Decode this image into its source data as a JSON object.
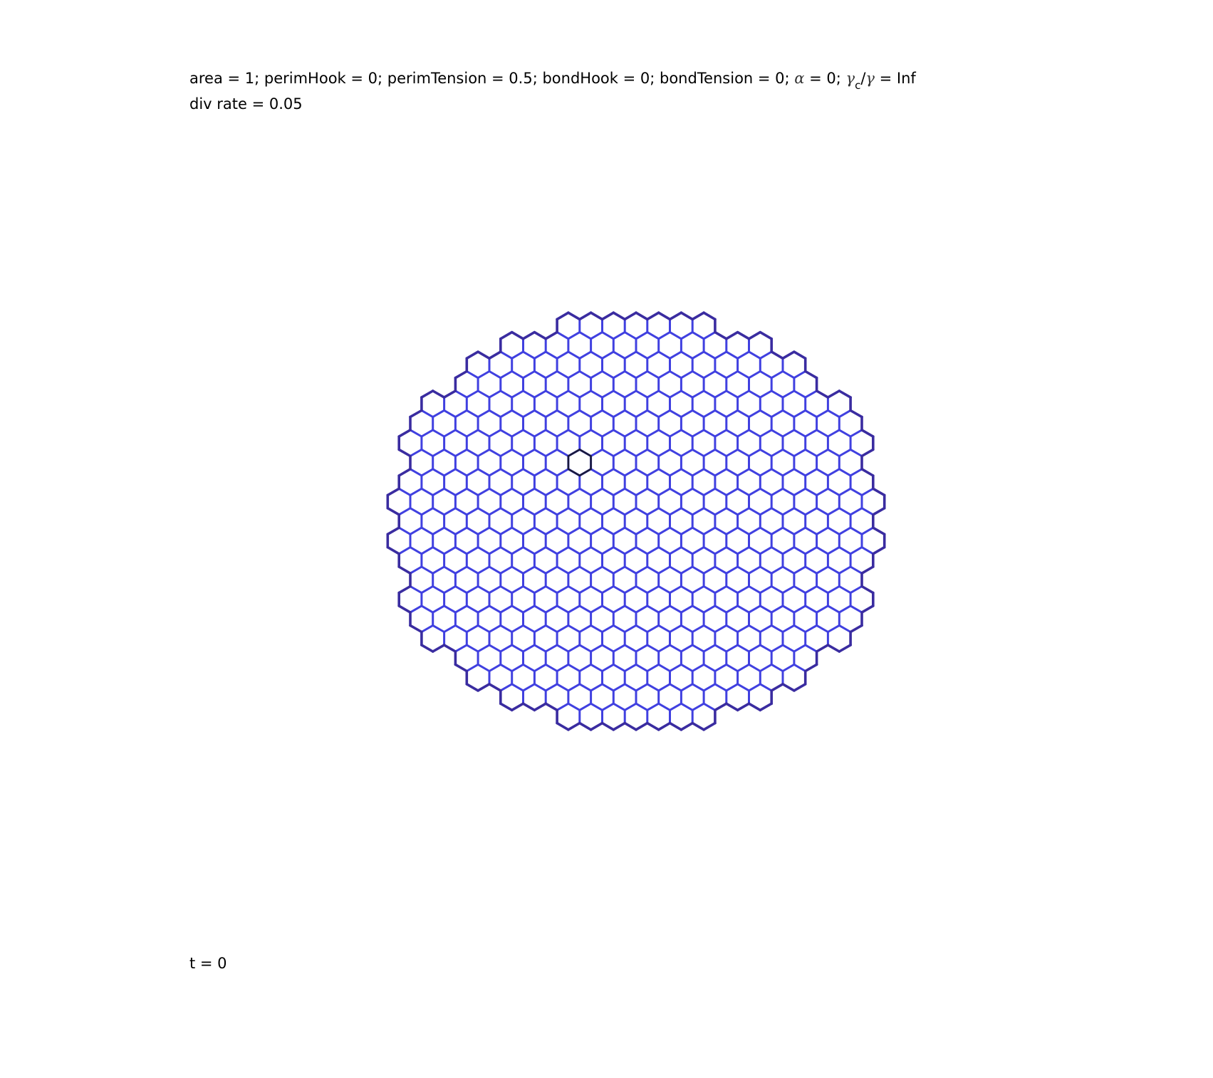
{
  "header": {
    "p1": "area = 1; perimHook = 0; perimTension = 0.5; bondHook = 0; bondTension = 0; ",
    "alpha_symbol": "α",
    "p2": " = 0; ",
    "gamma_symbol": "γ",
    "gamma_sub": "c",
    "slash": "/",
    "gamma_symbol2": "γ",
    "p3": " = Inf",
    "line2": "div rate = 0.05"
  },
  "footer": {
    "time": "t = 0"
  },
  "colors": {
    "cell_edge": "#4040e0",
    "boundary_edge": "#3a2ca0",
    "highlight_cell_edge": "#1a1a3a",
    "background": "#ffffff"
  }
}
